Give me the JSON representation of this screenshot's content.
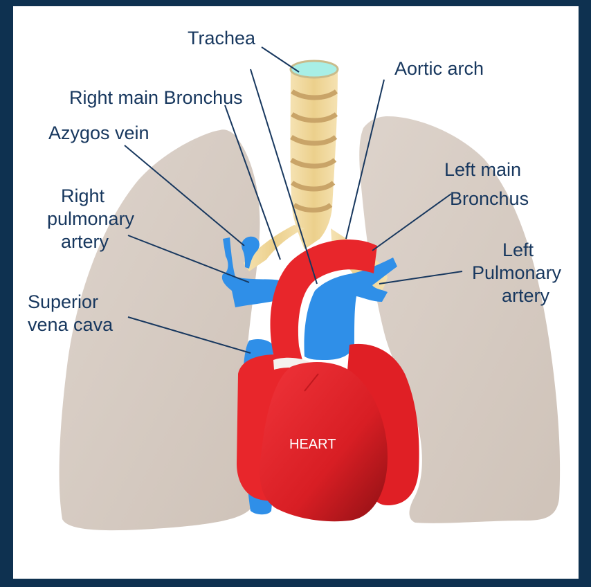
{
  "colors": {
    "background": "#0e3150",
    "panel": "#ffffff",
    "lung": "#d7ccc4",
    "trachea": "#f2d9a0",
    "aorta": "#e8262b",
    "vein": "#2f8fe8",
    "label_text": "#17375e"
  },
  "labels": {
    "trachea": "Trachea",
    "aortic_arch": "Aortic arch",
    "right_main_bronchus": "Right main Bronchus",
    "azygos_vein": "Azygos vein",
    "right_pulmonary_1": "Right",
    "right_pulmonary_2": "pulmonary",
    "right_pulmonary_3": "artery",
    "left_main_1": "Left main",
    "left_main_2": "Bronchus",
    "left_pulmonary_1": "Left",
    "left_pulmonary_2": "Pulmonary",
    "left_pulmonary_3": "artery",
    "superior_vc_1": "Superior",
    "superior_vc_2": "vena cava",
    "heart": "HEART"
  }
}
